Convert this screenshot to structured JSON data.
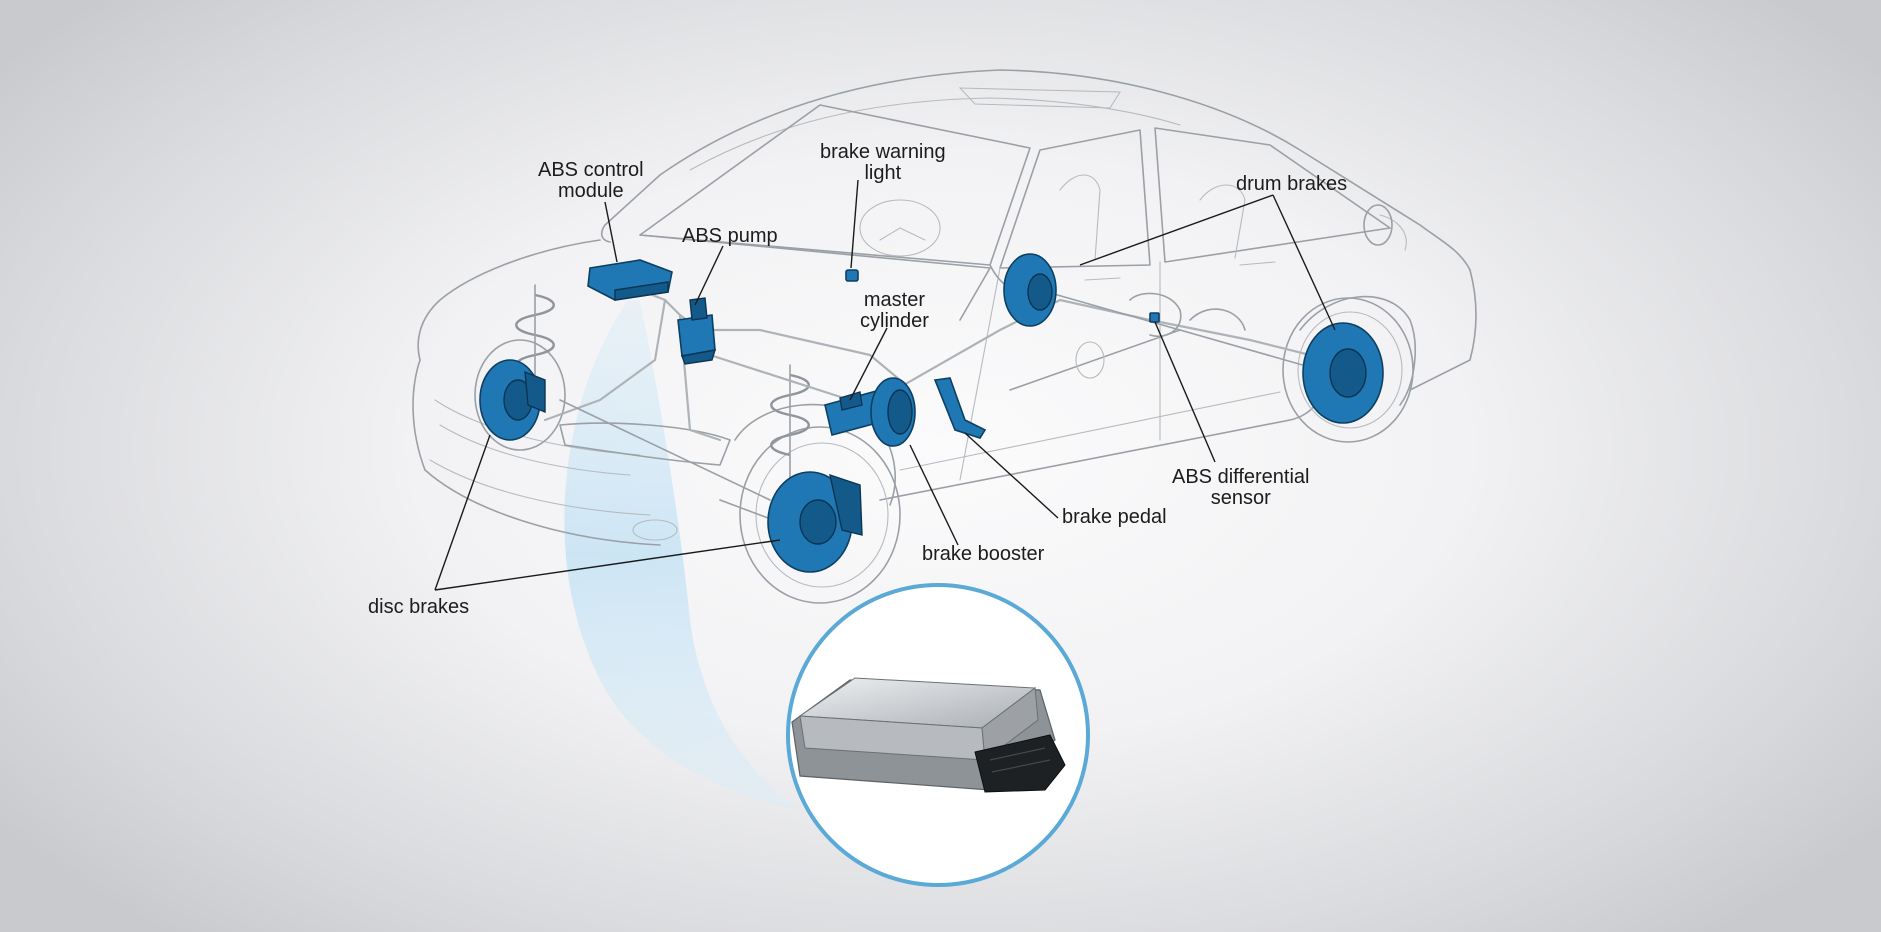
{
  "labels": {
    "abs_control_module": [
      "ABS control",
      "module"
    ],
    "brake_warning_light": [
      "brake warning",
      "light"
    ],
    "abs_pump": [
      "ABS pump"
    ],
    "master_cylinder": [
      "master",
      "cylinder"
    ],
    "drum_brakes": [
      "drum brakes"
    ],
    "abs_differential_sensor": [
      "ABS differential",
      "sensor"
    ],
    "brake_pedal": [
      "brake pedal"
    ],
    "brake_booster": [
      "brake booster"
    ],
    "disc_brakes": [
      "disc brakes"
    ]
  },
  "colors": {
    "component_blue": "#1f78b4",
    "component_outline": "#0d3f63",
    "car_outline": "#9aa0a6",
    "callout_ring": "#5aa9d6",
    "beam": "#bfe0f4"
  }
}
